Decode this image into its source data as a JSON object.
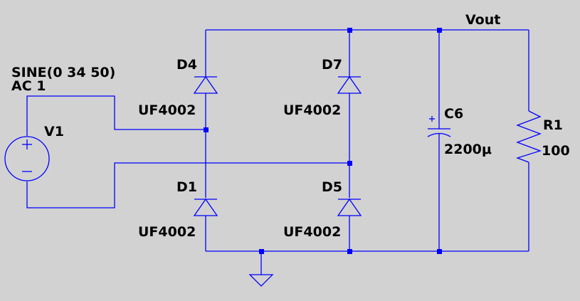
{
  "source": {
    "name": "V1",
    "spec_line1": "SINE(0 34 50)",
    "spec_line2": "AC 1"
  },
  "diodes": [
    {
      "name": "D4",
      "model": "UF4002"
    },
    {
      "name": "D7",
      "model": "UF4002"
    },
    {
      "name": "D1",
      "model": "UF4002"
    },
    {
      "name": "D5",
      "model": "UF4002"
    }
  ],
  "capacitor": {
    "name": "C6",
    "value": "2200μ"
  },
  "resistor": {
    "name": "R1",
    "value": "100"
  },
  "net_label": "Vout",
  "colors": {
    "background": "#d2d2d2",
    "wire": "#0000ff",
    "text": "#000000"
  }
}
